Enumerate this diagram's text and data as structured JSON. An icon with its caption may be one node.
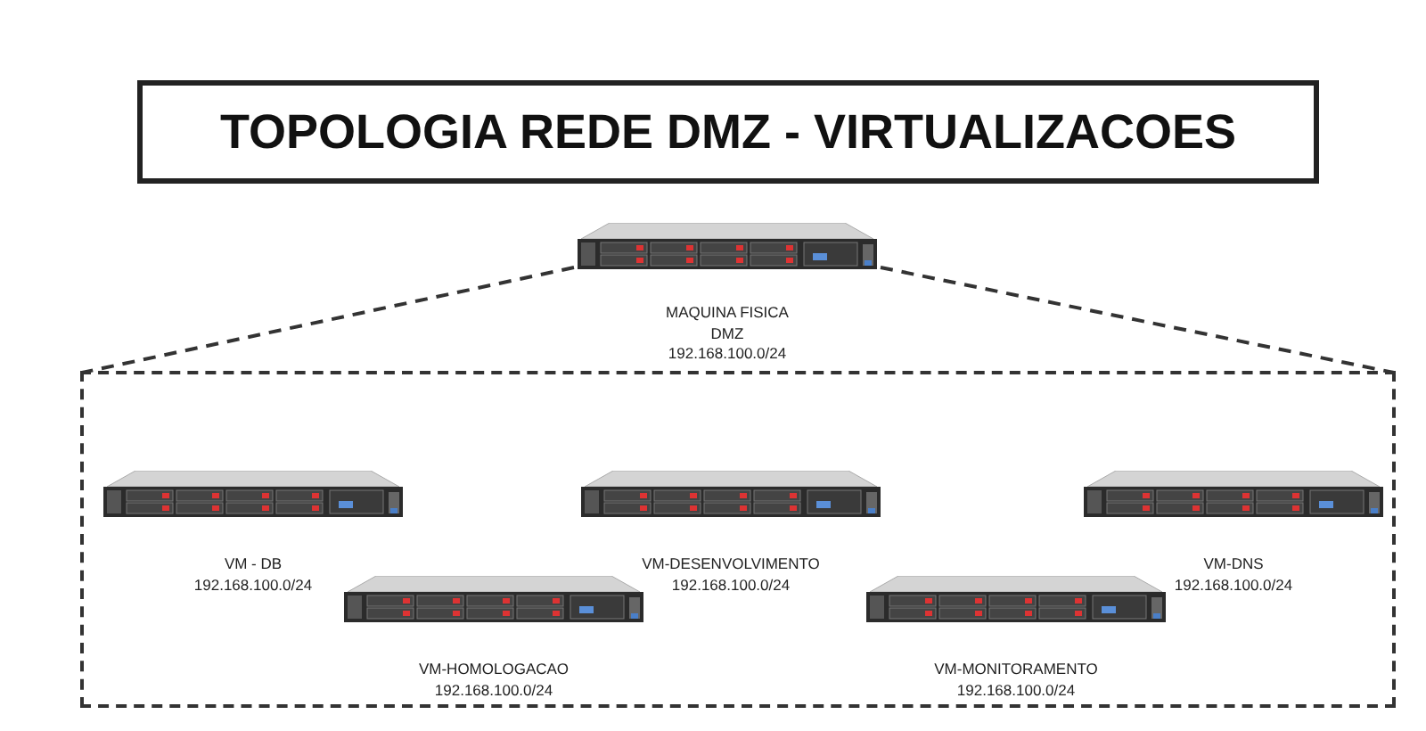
{
  "diagram": {
    "title": "TOPOLOGIA REDE DMZ - VIRTUALIZACOES",
    "nodes": [
      {
        "text": [
          "MAQUINA FISICA",
          "DMZ",
          "192.168.100.0/24"
        ]
      },
      {
        "text": [],
        "shape": "box"
      },
      {
        "text": [
          "VM - DB",
          "192.168.100.0/24"
        ],
        "in": 1
      },
      {
        "text": [
          "VM-DESENVOLVIMENTO",
          "192.168.100.0/24"
        ],
        "in": 1
      },
      {
        "text": [
          "VM-DNS",
          "192.168.100.0/24"
        ],
        "in": 1
      },
      {
        "text": [
          "VM-HOMOLOGACAO",
          "192.168.100.0/24"
        ],
        "in": 1
      },
      {
        "text": [
          "VM-MONITORAMENTO",
          "192.168.100.0/24"
        ],
        "in": 1
      }
    ],
    "edges": [
      {
        "from": 0,
        "to": 1,
        "arrow": "none",
        "style": "dashed"
      },
      {
        "from": 0,
        "to": 1,
        "arrow": "none",
        "style": "dashed"
      }
    ]
  }
}
